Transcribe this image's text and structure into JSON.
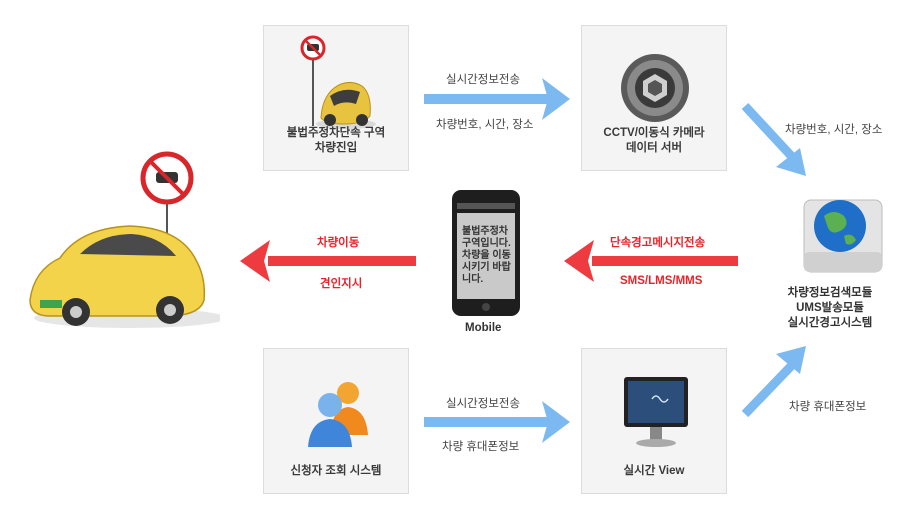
{
  "boxes": {
    "zone": "불법주정차단속 구역\n차량진입",
    "cctv": "CCTV/이동식 카메라\n데이터 서버",
    "applicant": "신청자 조회 시스템",
    "realtime": "실시간 View"
  },
  "arrows": {
    "top_upper": "실시간정보전송",
    "top_lower": "차량번호, 시간, 장소",
    "diag_top": "차량번호, 시간, 장소",
    "mid_right_upper": "단속경고메시지전송",
    "mid_right_lower": "SMS/LMS/MMS",
    "mid_left_upper": "차량이동",
    "mid_left_lower": "견인지시",
    "bottom_upper": "실시간정보전송",
    "bottom_lower": "차량 휴대폰정보",
    "diag_bottom": "차량 휴대폰정보"
  },
  "phone": {
    "message": "불법주정차\n구역입니다.\n차량을 이동\n시키기 바랍\n니다.",
    "label": "Mobile"
  },
  "server": {
    "label": "차량정보검색모듈\nUMS발송모듈\n실시간경고시스템"
  },
  "colors": {
    "blue_arrow": "#7cb9f0",
    "red_arrow": "#ee3b40",
    "red_text": "#e8232a",
    "car_yellow": "#f2d34a"
  }
}
